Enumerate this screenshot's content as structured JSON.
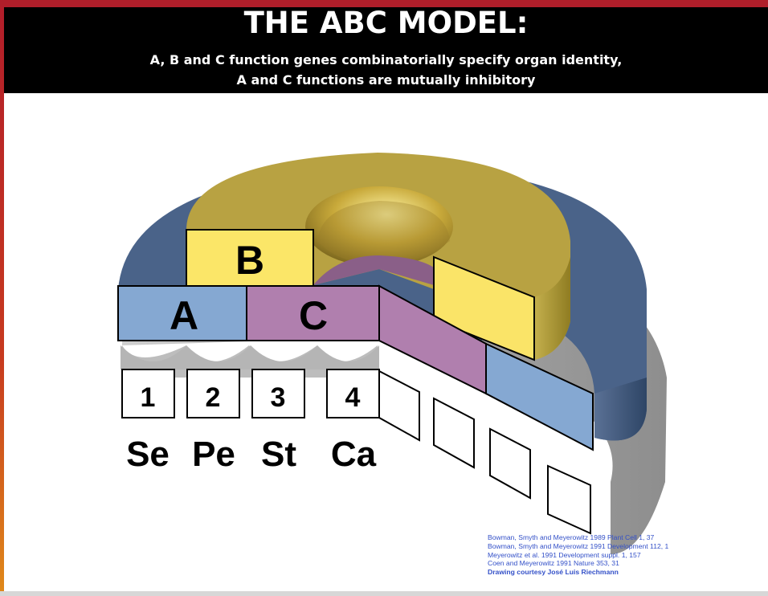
{
  "header": {
    "title": "THE ABC MODEL:",
    "subtitle_line1": "A, B and C function genes combinatorially specify organ identity,",
    "subtitle_line2": "A and C functions are mutually inhibitory"
  },
  "diagram": {
    "function_labels": {
      "a": "A",
      "b": "B",
      "c": "C"
    },
    "whorl_numbers": [
      "1",
      "2",
      "3",
      "4"
    ],
    "organ_labels": [
      "Se",
      "Pe",
      "St",
      "Ca"
    ]
  },
  "references": {
    "lines": [
      "Bowman, Smyth and Meyerowitz 1989 Plant Cell 1, 37",
      "Bowman, Smyth and Meyerowitz 1991 Development 112, 1",
      "Meyerowitz et al. 1991 Development suppl. 1, 157",
      "Coen and Meyerowitz 1991 Nature 353, 31"
    ],
    "credit": "Drawing courtesy José Luis Riechmann"
  },
  "colors": {
    "a_blue": "#85a8d2",
    "b_yellow": "#fae468",
    "c_purple": "#b07fae",
    "ring_dark_blue": "#3f5a80",
    "ring_olive": "#b9a344",
    "base_gray": "#a9a9a9"
  }
}
